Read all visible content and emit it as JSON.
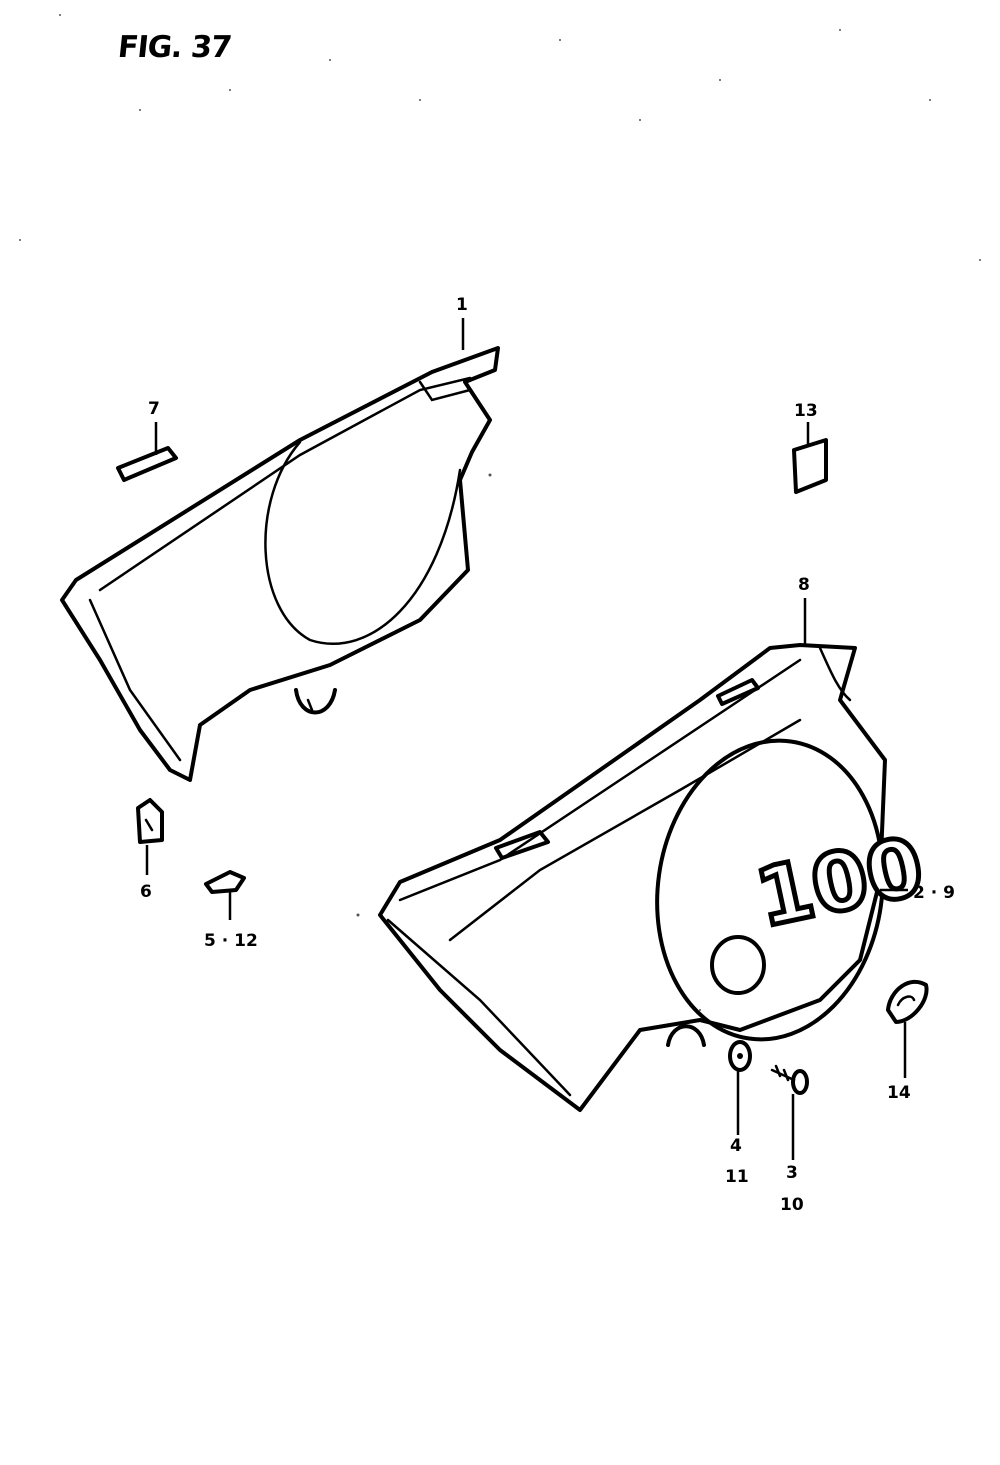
{
  "figure": {
    "title": "FIG. 37"
  },
  "parts": {
    "frame_cover": {
      "label": "1"
    },
    "emblem_100": {
      "label": "2 · 9",
      "text": "100"
    },
    "screw": {
      "label_a": "3",
      "label_b": "10"
    },
    "washer": {
      "label_a": "4",
      "label_b": "11"
    },
    "cushion": {
      "label": "5 · 12"
    },
    "clip": {
      "label": "6"
    },
    "pad_small": {
      "label": "7"
    },
    "side_cover": {
      "label": "8"
    },
    "sticker": {
      "label": "13"
    },
    "grommet": {
      "label": "14"
    }
  }
}
